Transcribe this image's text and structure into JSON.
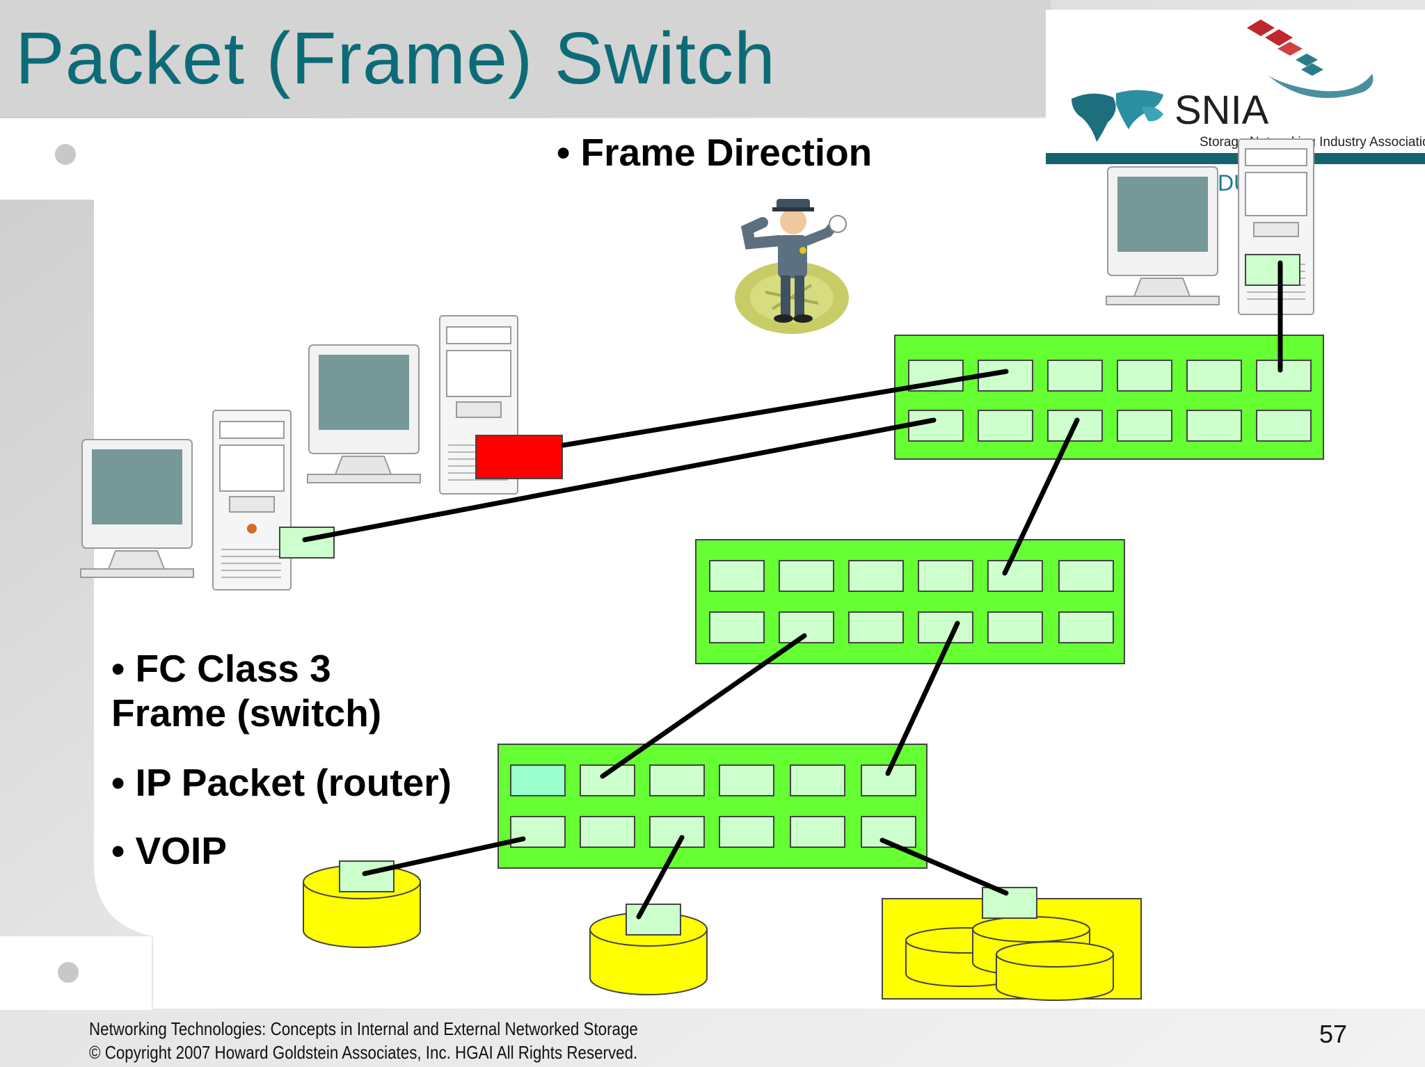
{
  "slide": {
    "title": "Packet (Frame) Switch",
    "bullets": {
      "frame_direction": "• Frame Direction",
      "fc_class3_line1": "• FC Class 3",
      "fc_class3_line2": "Frame (switch)",
      "ip_packet": "• IP Packet (router)",
      "voip": "• VOIP"
    },
    "footer": {
      "line1": "Networking Technologies: Concepts in Internal and External Networked Storage",
      "line2": "© Copyright 2007 Howard Goldstein Associates, Inc. HGAI All Rights Reserved."
    },
    "page_number": "57"
  },
  "logo": {
    "name": "SNIA",
    "subtitle": "Storage Networking Industry Association",
    "partial_text": "DU"
  },
  "colors": {
    "title": "#0d6b78",
    "switch_body": "#66ff33",
    "port": "#ccffcc",
    "highlight_port": "#99ffcc",
    "storage": "#ffff00",
    "source_port": "#ff0000"
  }
}
